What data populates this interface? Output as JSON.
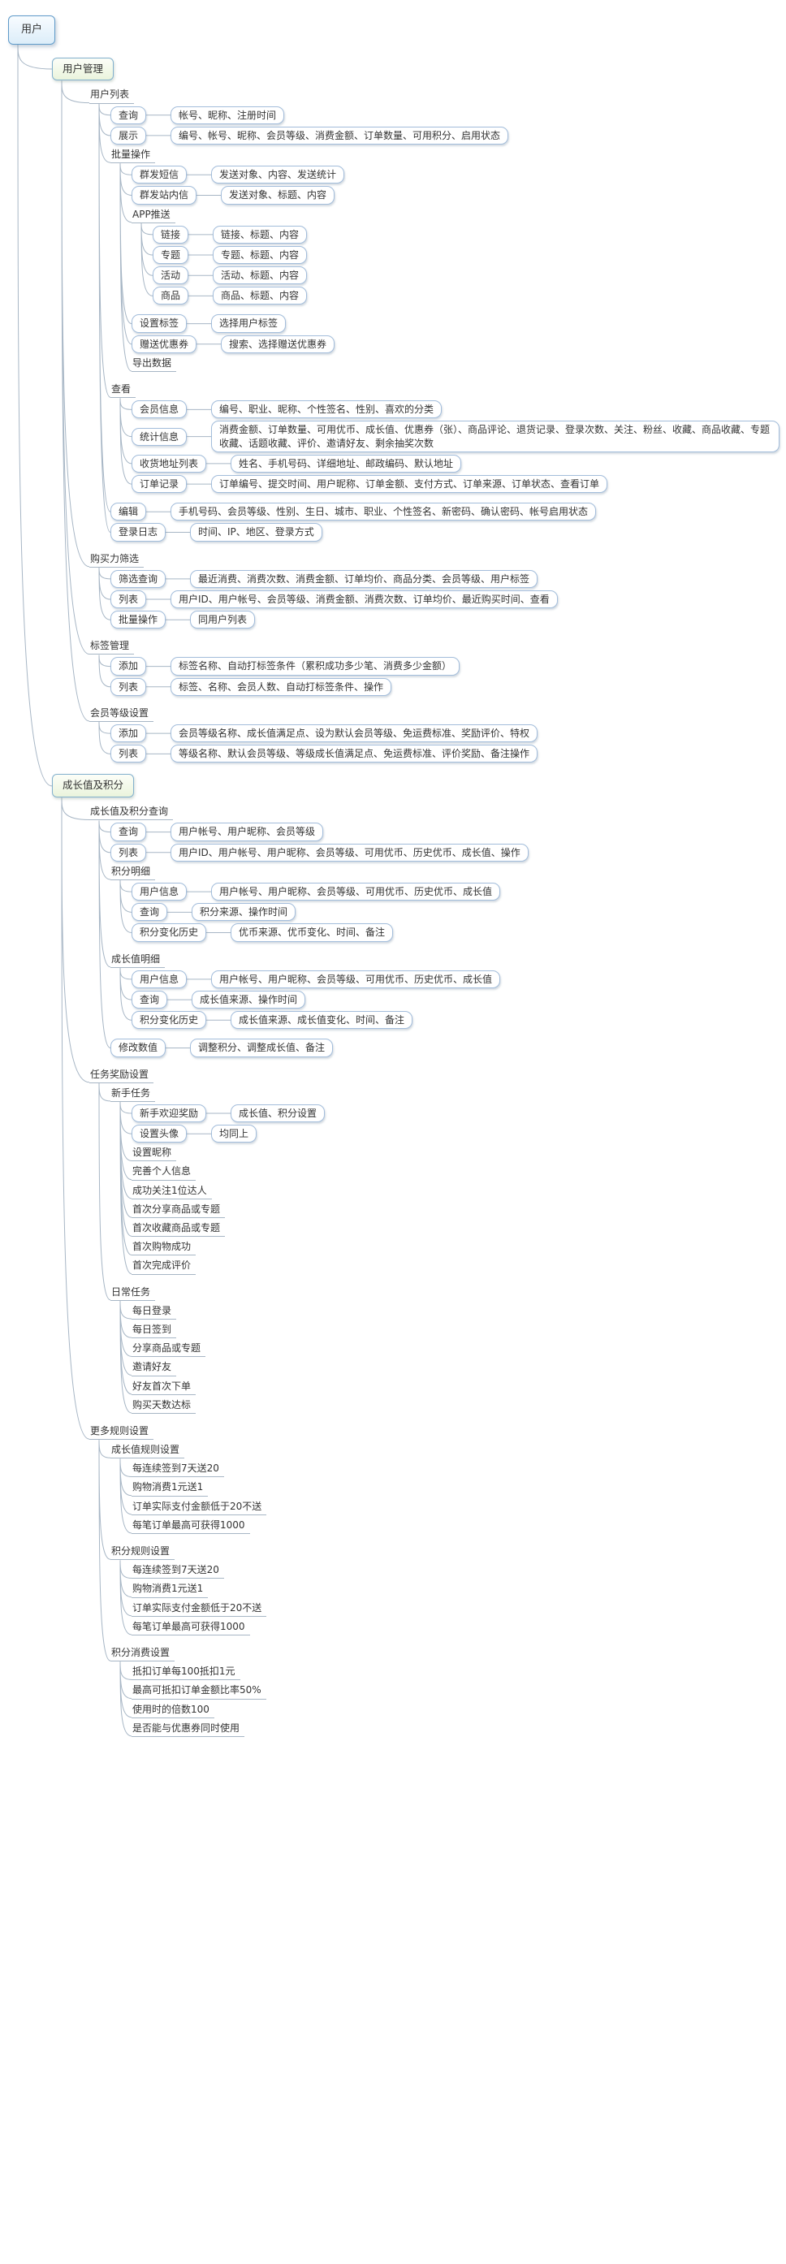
{
  "diagram": {
    "type": "mindmap",
    "colors": {
      "branch-line": "#a7b6c5",
      "box-border": "#a3bddb",
      "box-fill": "#ffffff",
      "root-border": "#5e9ac9",
      "main-border": "#82b0cd",
      "text": "#333333"
    },
    "root": {
      "label": "用户",
      "shape": "root",
      "children": [
        {
          "label": "用户管理",
          "shape": "main",
          "children": [
            {
              "label": "用户列表",
              "shape": "line",
              "children": [
                {
                  "label": "查询",
                  "shape": "box",
                  "children": [
                    {
                      "label": "帐号、昵称、注册时间",
                      "shape": "box"
                    }
                  ]
                },
                {
                  "label": "展示",
                  "shape": "box",
                  "children": [
                    {
                      "label": "编号、帐号、昵称、会员等级、消费金额、订单数量、可用积分、启用状态",
                      "shape": "box"
                    }
                  ]
                },
                {
                  "label": "批量操作",
                  "shape": "line",
                  "children": [
                    {
                      "label": "群发短信",
                      "shape": "box",
                      "children": [
                        {
                          "label": "发送对象、内容、发送统计",
                          "shape": "box"
                        }
                      ]
                    },
                    {
                      "label": "群发站内信",
                      "shape": "box",
                      "children": [
                        {
                          "label": "发送对象、标题、内容",
                          "shape": "box"
                        }
                      ]
                    },
                    {
                      "label": "APP推送",
                      "shape": "line",
                      "children": [
                        {
                          "label": "链接",
                          "shape": "box",
                          "children": [
                            {
                              "label": "链接、标题、内容",
                              "shape": "box"
                            }
                          ]
                        },
                        {
                          "label": "专题",
                          "shape": "box",
                          "children": [
                            {
                              "label": "专题、标题、内容",
                              "shape": "box"
                            }
                          ]
                        },
                        {
                          "label": "活动",
                          "shape": "box",
                          "children": [
                            {
                              "label": "活动、标题、内容",
                              "shape": "box"
                            }
                          ]
                        },
                        {
                          "label": "商品",
                          "shape": "box",
                          "children": [
                            {
                              "label": "商品、标题、内容",
                              "shape": "box"
                            }
                          ]
                        }
                      ]
                    },
                    {
                      "label": "设置标签",
                      "shape": "box",
                      "children": [
                        {
                          "label": "选择用户标签",
                          "shape": "box"
                        }
                      ]
                    },
                    {
                      "label": "赠送优惠券",
                      "shape": "box",
                      "children": [
                        {
                          "label": "搜索、选择赠送优惠券",
                          "shape": "box"
                        }
                      ]
                    },
                    {
                      "label": "导出数据",
                      "shape": "line"
                    }
                  ]
                },
                {
                  "label": "查看",
                  "shape": "line",
                  "children": [
                    {
                      "label": "会员信息",
                      "shape": "box",
                      "children": [
                        {
                          "label": "编号、职业、昵称、个性签名、性别、喜欢的分类",
                          "shape": "box"
                        }
                      ]
                    },
                    {
                      "label": "统计信息",
                      "shape": "box",
                      "children": [
                        {
                          "label": "消费金额、订单数量、可用优币、成长值、优惠券（张）、商品评论、退货记录、登录次数、关注、粉丝、收藏、商品收藏、专题收藏、话题收藏、评价、邀请好友、剩余抽奖次数",
                          "shape": "box"
                        }
                      ]
                    },
                    {
                      "label": "收货地址列表",
                      "shape": "box",
                      "children": [
                        {
                          "label": "姓名、手机号码、详细地址、邮政编码、默认地址",
                          "shape": "box"
                        }
                      ]
                    },
                    {
                      "label": "订单记录",
                      "shape": "box",
                      "children": [
                        {
                          "label": "订单编号、提交时间、用户昵称、订单金额、支付方式、订单来源、订单状态、查看订单",
                          "shape": "box"
                        }
                      ]
                    }
                  ]
                },
                {
                  "label": "编辑",
                  "shape": "box",
                  "children": [
                    {
                      "label": "手机号码、会员等级、性别、生日、城市、职业、个性签名、新密码、确认密码、帐号启用状态",
                      "shape": "box"
                    }
                  ]
                },
                {
                  "label": "登录日志",
                  "shape": "box",
                  "children": [
                    {
                      "label": "时间、IP、地区、登录方式",
                      "shape": "box"
                    }
                  ]
                }
              ]
            },
            {
              "label": "购买力筛选",
              "shape": "line",
              "children": [
                {
                  "label": "筛选查询",
                  "shape": "box",
                  "children": [
                    {
                      "label": "最近消费、消费次数、消费金额、订单均价、商品分类、会员等级、用户标签",
                      "shape": "box"
                    }
                  ]
                },
                {
                  "label": "列表",
                  "shape": "box",
                  "children": [
                    {
                      "label": "用户ID、用户帐号、会员等级、消费金额、消费次数、订单均价、最近购买时间、查看",
                      "shape": "box"
                    }
                  ]
                },
                {
                  "label": "批量操作",
                  "shape": "box",
                  "children": [
                    {
                      "label": "同用户列表",
                      "shape": "box"
                    }
                  ]
                }
              ]
            },
            {
              "label": "标签管理",
              "shape": "line",
              "children": [
                {
                  "label": "添加",
                  "shape": "box",
                  "children": [
                    {
                      "label": "标签名称、自动打标签条件（累积成功多少笔、消费多少金额）",
                      "shape": "box"
                    }
                  ]
                },
                {
                  "label": "列表",
                  "shape": "box",
                  "children": [
                    {
                      "label": "标签、名称、会员人数、自动打标签条件、操作",
                      "shape": "box"
                    }
                  ]
                }
              ]
            },
            {
              "label": "会员等级设置",
              "shape": "line",
              "children": [
                {
                  "label": "添加",
                  "shape": "box",
                  "children": [
                    {
                      "label": "会员等级名称、成长值满足点、设为默认会员等级、免运费标准、奖励评价、特权",
                      "shape": "box"
                    }
                  ]
                },
                {
                  "label": "列表",
                  "shape": "box",
                  "children": [
                    {
                      "label": "等级名称、默认会员等级、等级成长值满足点、免运费标准、评价奖励、备注操作",
                      "shape": "box"
                    }
                  ]
                }
              ]
            }
          ]
        },
        {
          "label": "成长值及积分",
          "shape": "main",
          "children": [
            {
              "label": "成长值及积分查询",
              "shape": "line",
              "children": [
                {
                  "label": "查询",
                  "shape": "box",
                  "children": [
                    {
                      "label": "用户帐号、用户昵称、会员等级",
                      "shape": "box"
                    }
                  ]
                },
                {
                  "label": "列表",
                  "shape": "box",
                  "children": [
                    {
                      "label": "用户ID、用户帐号、用户昵称、会员等级、可用优币、历史优币、成长值、操作",
                      "shape": "box"
                    }
                  ]
                },
                {
                  "label": "积分明细",
                  "shape": "line",
                  "children": [
                    {
                      "label": "用户信息",
                      "shape": "box",
                      "children": [
                        {
                          "label": "用户帐号、用户昵称、会员等级、可用优币、历史优币、成长值",
                          "shape": "box"
                        }
                      ]
                    },
                    {
                      "label": "查询",
                      "shape": "box",
                      "children": [
                        {
                          "label": "积分来源、操作时间",
                          "shape": "box"
                        }
                      ]
                    },
                    {
                      "label": "积分变化历史",
                      "shape": "box",
                      "children": [
                        {
                          "label": "优币来源、优币变化、时间、备注",
                          "shape": "box"
                        }
                      ]
                    }
                  ]
                },
                {
                  "label": "成长值明细",
                  "shape": "line",
                  "children": [
                    {
                      "label": "用户信息",
                      "shape": "box",
                      "children": [
                        {
                          "label": "用户帐号、用户昵称、会员等级、可用优币、历史优币、成长值",
                          "shape": "box"
                        }
                      ]
                    },
                    {
                      "label": "查询",
                      "shape": "box",
                      "children": [
                        {
                          "label": "成长值来源、操作时间",
                          "shape": "box"
                        }
                      ]
                    },
                    {
                      "label": "积分变化历史",
                      "shape": "box",
                      "children": [
                        {
                          "label": "成长值来源、成长值变化、时间、备注",
                          "shape": "box"
                        }
                      ]
                    }
                  ]
                },
                {
                  "label": "修改数值",
                  "shape": "box",
                  "children": [
                    {
                      "label": "调整积分、调整成长值、备注",
                      "shape": "box"
                    }
                  ]
                }
              ]
            },
            {
              "label": "任务奖励设置",
              "shape": "line",
              "children": [
                {
                  "label": "新手任务",
                  "shape": "line",
                  "children": [
                    {
                      "label": "新手欢迎奖励",
                      "shape": "box",
                      "children": [
                        {
                          "label": "成长值、积分设置",
                          "shape": "box"
                        }
                      ]
                    },
                    {
                      "label": "设置头像",
                      "shape": "box",
                      "children": [
                        {
                          "label": "均同上",
                          "shape": "box"
                        }
                      ]
                    },
                    {
                      "label": "设置昵称",
                      "shape": "line"
                    },
                    {
                      "label": "完善个人信息",
                      "shape": "line"
                    },
                    {
                      "label": "成功关注1位达人",
                      "shape": "line"
                    },
                    {
                      "label": "首次分享商品或专题",
                      "shape": "line"
                    },
                    {
                      "label": "首次收藏商品或专题",
                      "shape": "line"
                    },
                    {
                      "label": "首次购物成功",
                      "shape": "line"
                    },
                    {
                      "label": "首次完成评价",
                      "shape": "line"
                    }
                  ]
                },
                {
                  "label": "日常任务",
                  "shape": "line",
                  "children": [
                    {
                      "label": "每日登录",
                      "shape": "line"
                    },
                    {
                      "label": "每日签到",
                      "shape": "line"
                    },
                    {
                      "label": "分享商品或专题",
                      "shape": "line"
                    },
                    {
                      "label": "邀请好友",
                      "shape": "line"
                    },
                    {
                      "label": "好友首次下单",
                      "shape": "line"
                    },
                    {
                      "label": "购买天数达标",
                      "shape": "line"
                    }
                  ]
                }
              ]
            },
            {
              "label": "更多规则设置",
              "shape": "line",
              "children": [
                {
                  "label": "成长值规则设置",
                  "shape": "line",
                  "children": [
                    {
                      "label": "每连续签到7天送20",
                      "shape": "line"
                    },
                    {
                      "label": "购物消费1元送1",
                      "shape": "line"
                    },
                    {
                      "label": "订单实际支付金额低于20不送",
                      "shape": "line"
                    },
                    {
                      "label": "每笔订单最高可获得1000",
                      "shape": "line"
                    }
                  ]
                },
                {
                  "label": "积分规则设置",
                  "shape": "line",
                  "children": [
                    {
                      "label": "每连续签到7天送20",
                      "shape": "line"
                    },
                    {
                      "label": "购物消费1元送1",
                      "shape": "line"
                    },
                    {
                      "label": "订单实际支付金额低于20不送",
                      "shape": "line"
                    },
                    {
                      "label": "每笔订单最高可获得1000",
                      "shape": "line"
                    }
                  ]
                },
                {
                  "label": "积分消费设置",
                  "shape": "line",
                  "children": [
                    {
                      "label": "抵扣订单每100抵扣1元",
                      "shape": "line"
                    },
                    {
                      "label": "最高可抵扣订单金额比率50%",
                      "shape": "line"
                    },
                    {
                      "label": "使用时的倍数100",
                      "shape": "line"
                    },
                    {
                      "label": "是否能与优惠券同时使用",
                      "shape": "line"
                    }
                  ]
                }
              ]
            }
          ]
        }
      ]
    }
  }
}
